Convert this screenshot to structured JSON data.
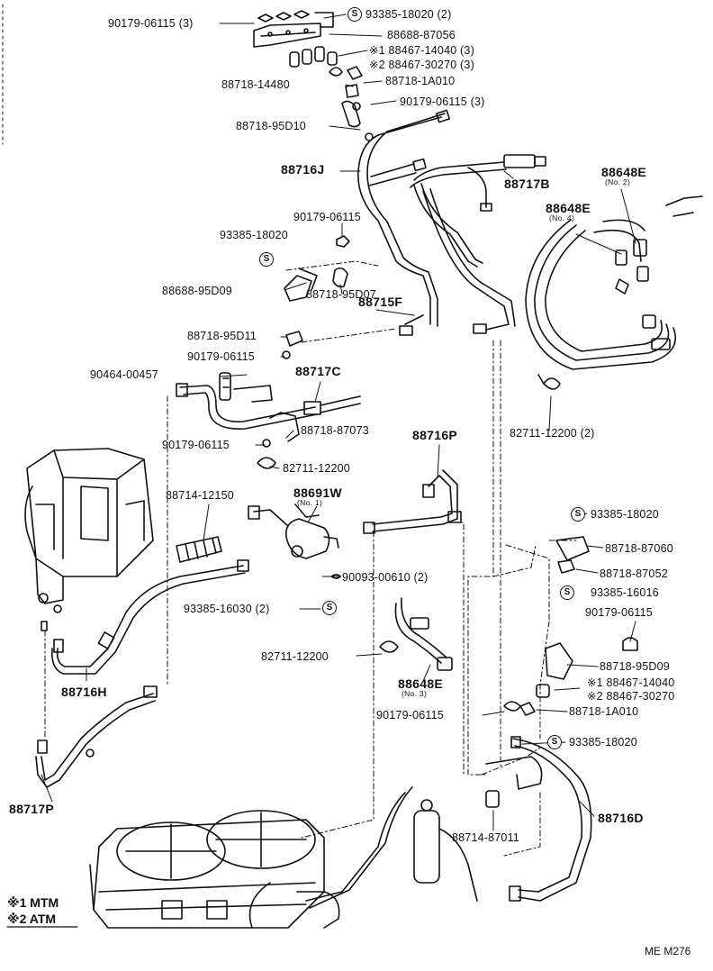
{
  "drawing_code": "ME M276",
  "legend": {
    "items": [
      {
        "mark": "※1",
        "meaning": "MTM"
      },
      {
        "mark": "※2",
        "meaning": "ATM"
      }
    ]
  },
  "parts": {
    "p1": "90179-06115 (3)",
    "p2": "93385-18020 (2)",
    "p3": "88688-87056",
    "p4": "※1  88467-14040 (3)",
    "p5": "※2  88467-30270 (3)",
    "p6": "88718-14480",
    "p7": "88718-1A010",
    "p8": "90179-06115 (3)",
    "p9": "88718-95D10",
    "p10": "88716J",
    "p11": "88717B",
    "p12": {
      "num": "88648E",
      "note": "(No. 2)"
    },
    "p13": {
      "num": "88648E",
      "note": "(No. 4)"
    },
    "p14": "90179-06115",
    "p15": "93385-18020",
    "p16": "88688-95D09",
    "p17": "88718-95D07",
    "p18": "88715F",
    "p19": "88718-95D11",
    "p20": "90179-06115",
    "p21": "90464-00457",
    "p22": "88717C",
    "p23": "88718-87073",
    "p24": "90179-06115",
    "p25": "82711-12200",
    "p26": "82711-12200 (2)",
    "p27": "88716P",
    "p28": "88714-12150",
    "p29": {
      "num": "88691W",
      "note": "(No. 1)"
    },
    "p30": "90093-00610 (2)",
    "p31": "93385-16030 (2)",
    "p32": "88716H",
    "p33": "82711-12200",
    "p34": {
      "num": "88648E",
      "note": "(No. 3)"
    },
    "p35": "93385-18020",
    "p36": "88718-87060",
    "p37": "88718-87052",
    "p38": "93385-16016",
    "p39": "90179-06115",
    "p40": "88718-95D09",
    "p41": "※1  88467-14040",
    "p42": "※2  88467-30270",
    "p43": "90179-06115",
    "p44": "88718-1A010",
    "p45": "93385-18020",
    "p46": "88717P",
    "p47": "88714-87011",
    "p48": "88716D"
  },
  "symbols": {
    "s_mark": "S"
  }
}
